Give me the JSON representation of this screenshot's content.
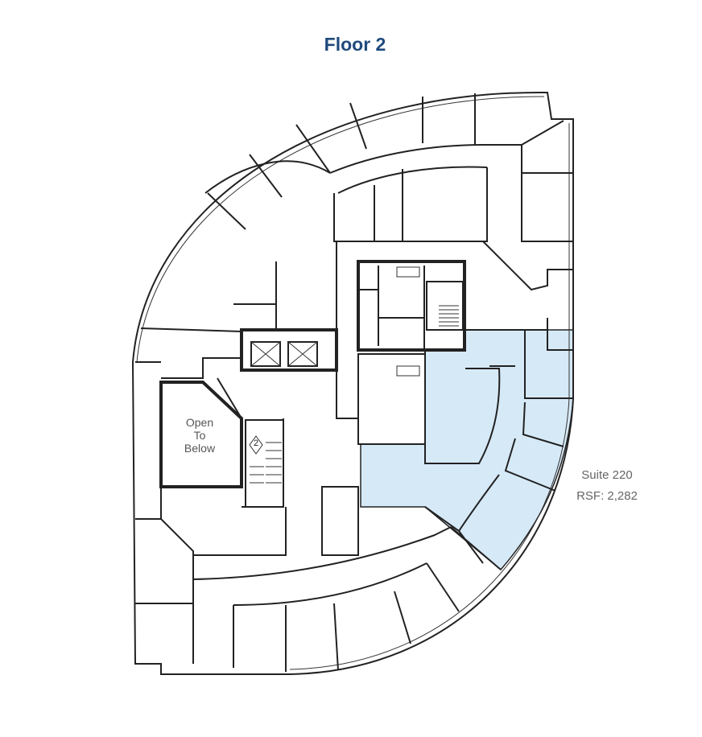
{
  "title": "Floor 2",
  "open_area": {
    "line1": "Open",
    "line2": "To",
    "line3": "Below"
  },
  "stair_number": "2",
  "suite": {
    "name": "Suite 220",
    "rsf": "RSF: 2,282",
    "highlight_color": "#d6e9f7"
  },
  "colors": {
    "title": "#1f4a7c",
    "walls": "#222222"
  }
}
